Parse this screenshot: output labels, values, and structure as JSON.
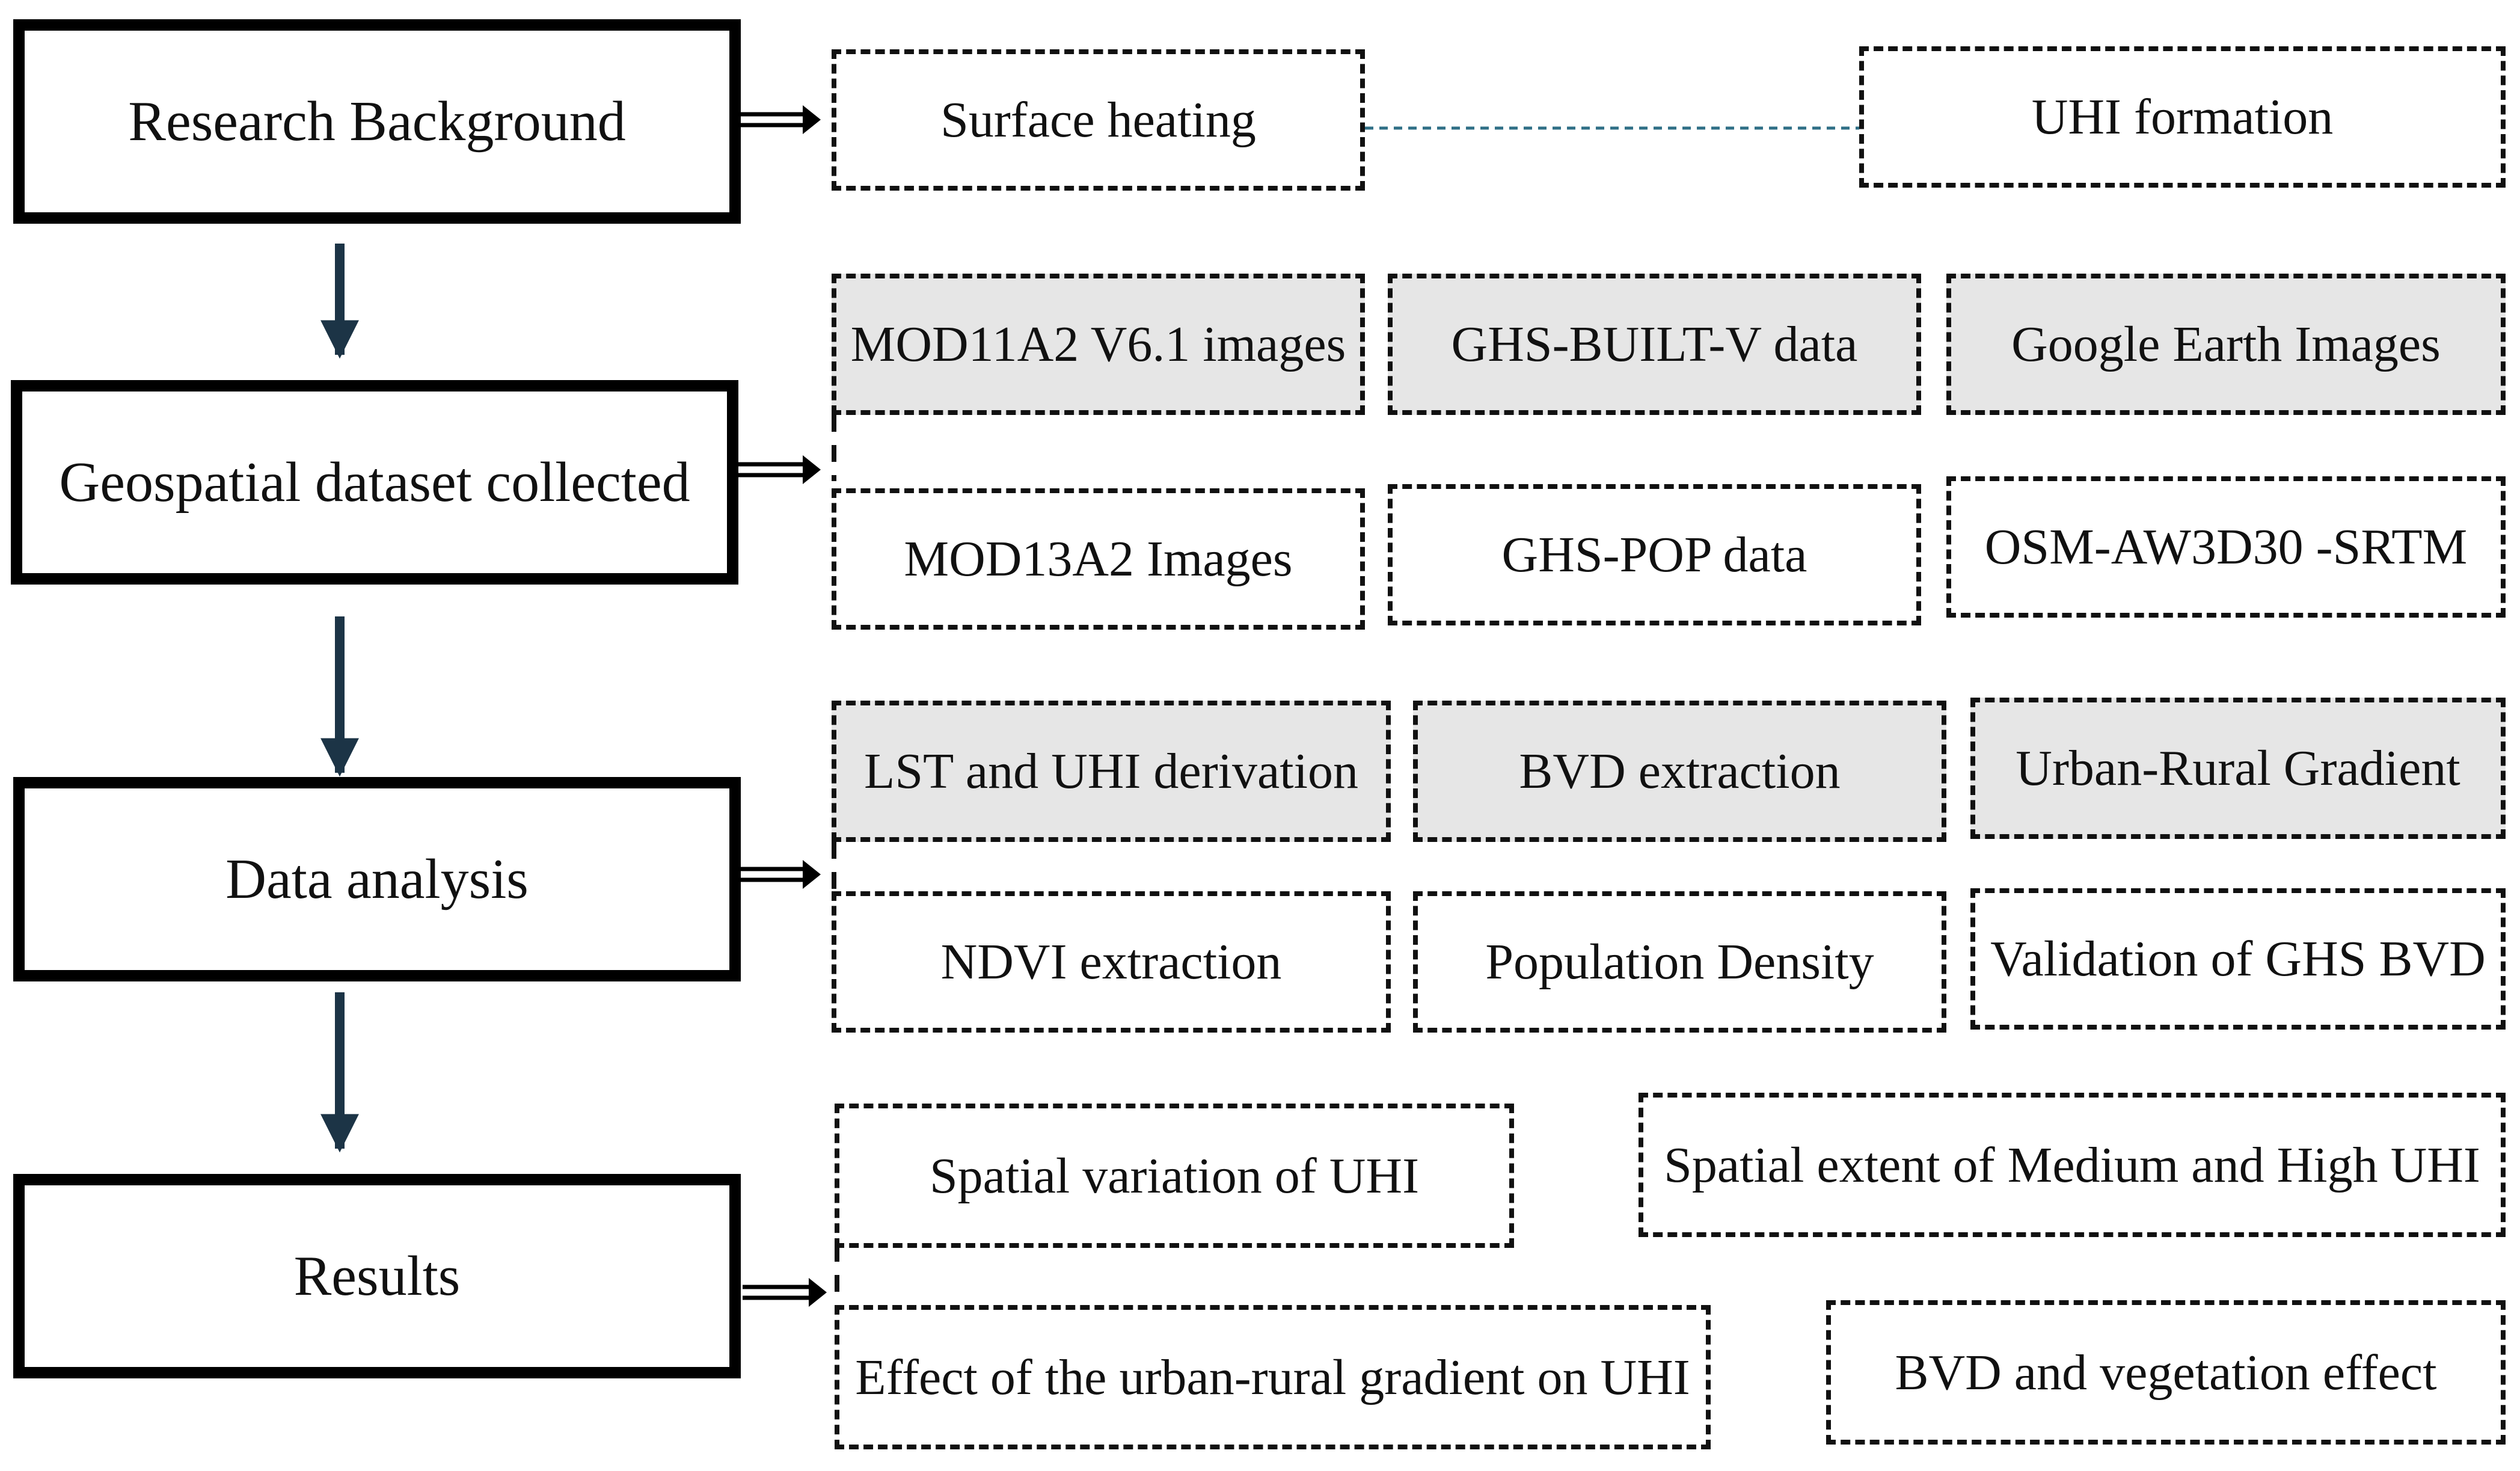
{
  "stages": [
    {
      "id": "research",
      "label": "Research Background"
    },
    {
      "id": "dataset",
      "label": "Geospatial dataset collected"
    },
    {
      "id": "analysis",
      "label": "Data analysis"
    },
    {
      "id": "results",
      "label": "Results"
    }
  ],
  "research_items": [
    {
      "label": "Surface heating",
      "shaded": false
    },
    {
      "label": "UHI formation",
      "shaded": false
    }
  ],
  "dataset_items": [
    {
      "label": "MOD11A2 V6.1 images",
      "shaded": true
    },
    {
      "label": "GHS-BUILT-V data",
      "shaded": true
    },
    {
      "label": "Google Earth Images",
      "shaded": true
    },
    {
      "label": "MOD13A2 Images",
      "shaded": false
    },
    {
      "label": "GHS-POP data",
      "shaded": false
    },
    {
      "label": "OSM-AW3D30 -SRTM",
      "shaded": false
    }
  ],
  "analysis_items": [
    {
      "label": "LST and UHI derivation",
      "shaded": true
    },
    {
      "label": "BVD extraction",
      "shaded": true
    },
    {
      "label": "Urban-Rural Gradient",
      "shaded": true
    },
    {
      "label": "NDVI extraction",
      "shaded": false
    },
    {
      "label": "Population Density",
      "shaded": false
    },
    {
      "label": "Validation of GHS BVD",
      "shaded": false
    }
  ],
  "results_items": [
    {
      "label": "Spatial variation of UHI",
      "shaded": false
    },
    {
      "label": "Spatial extent of Medium and High UHI",
      "shaded": false
    },
    {
      "label": "Effect of the urban-rural gradient on UHI",
      "shaded": false
    },
    {
      "label": "BVD and vegetation effect",
      "shaded": false
    }
  ],
  "colors": {
    "stage_border": "#000000",
    "arrow": "#1c3446",
    "shaded_fill": "#e6e6e6",
    "dotted_link": "#2f6f86"
  }
}
